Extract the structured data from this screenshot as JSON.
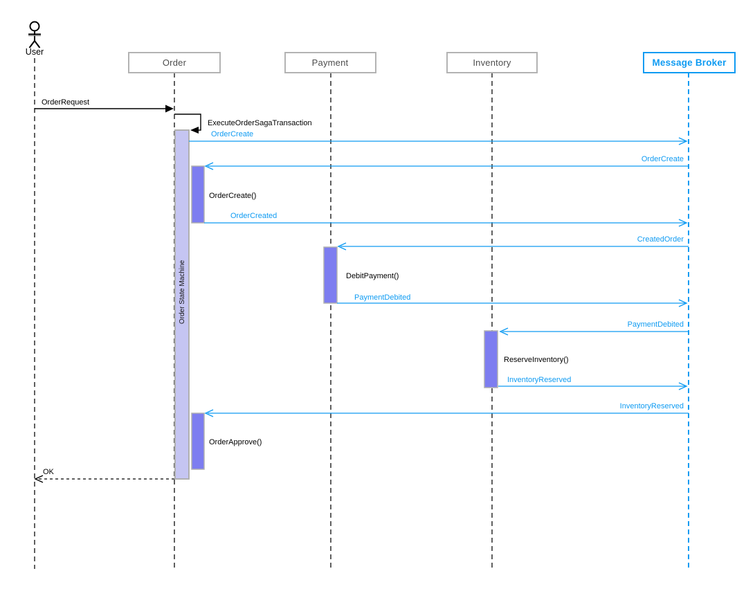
{
  "actors": {
    "user": {
      "label": "User"
    }
  },
  "participants": {
    "order": {
      "label": "Order"
    },
    "payment": {
      "label": "Payment"
    },
    "inventory": {
      "label": "Inventory"
    },
    "message_broker": {
      "label": "Message Broker"
    }
  },
  "activations": {
    "order_state_machine": {
      "label": "Order State Machine"
    }
  },
  "messages": {
    "order_request": {
      "label": "OrderRequest"
    },
    "execute_saga": {
      "label": "ExecuteOrderSagaTransaction"
    },
    "order_create_pub": {
      "label": "OrderCreate"
    },
    "order_create_sub": {
      "label": "OrderCreate"
    },
    "order_create_call": {
      "label": "OrderCreate()"
    },
    "order_created_pub": {
      "label": "OrderCreated"
    },
    "created_order_sub": {
      "label": "CreatedOrder"
    },
    "debit_payment_call": {
      "label": "DebitPayment()"
    },
    "payment_debited_pub": {
      "label": "PaymentDebited"
    },
    "payment_debited_sub": {
      "label": "PaymentDebited"
    },
    "reserve_inventory_call": {
      "label": "ReserveInventory()"
    },
    "inventory_reserved_pub": {
      "label": "InventoryReserved"
    },
    "inventory_reserved_sub": {
      "label": "InventoryReserved"
    },
    "order_approve_call": {
      "label": "OrderApprove()"
    },
    "ok_reply": {
      "label": "OK"
    }
  },
  "colors": {
    "accent_blue": "#0f9bf2",
    "lifeline_gray": "#5f5f5f",
    "box_border": "#b3b3b3",
    "box_text": "#4d4d4d",
    "activation_light": "#c5c5f2",
    "activation_dark": "#7d7df0",
    "activation_border": "#b0b0b0",
    "message_black": "#000000"
  }
}
